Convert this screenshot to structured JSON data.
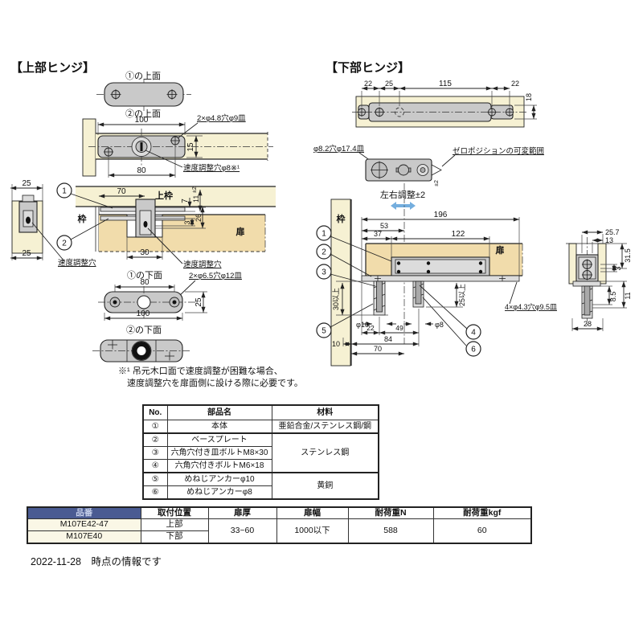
{
  "page": {
    "footer": "2022-11-28　時点の情報です"
  },
  "colors": {
    "frame_wood": "#f6f1d3",
    "door_wood": "#f1dcab",
    "hinge_metal": "#c9c9c9",
    "adjust_arrow_blue": "#74aede",
    "table_header_bg": "#4a5b92",
    "table_header_text": "#c6d0ea",
    "code_cell_bg": "#faf7e6"
  },
  "upper": {
    "title": "【上部ヒンジ】",
    "view1_top": {
      "label": "①の上面"
    },
    "view2_top": {
      "label": "②の上面",
      "dim_100": "100",
      "hole_note": "2×φ4.8穴φ9皿",
      "dim_15": "15",
      "dim_80": "80",
      "speed_note": "速度調整穴φ8※¹"
    },
    "side_view": {
      "dim_25_top": "25",
      "dim_25_bottom": "25",
      "label": "速度調整穴"
    },
    "section": {
      "balloon_1": "1",
      "balloon_2": "2",
      "dim_70": "70",
      "top_frame": "上枠",
      "frame": "枠",
      "dim_7": "7",
      "dim_11": "11",
      "dim_11_tol": "±2",
      "dim_3": "3",
      "dim_26": "26",
      "door": "扉",
      "dim_30": "30",
      "speed_label": "速度調整穴"
    },
    "view1_bottom": {
      "label": "①の下面",
      "dim_80": "80",
      "hole_note": "2×φ6.5穴φ12皿",
      "dim_25": "25",
      "dim_100": "100"
    },
    "view2_bottom": {
      "label": "②の下面"
    },
    "note_line1": "※¹ 吊元木口面で速度調整が困難な場合、",
    "note_line2": "速度調整穴を扉面側に設ける際に必要です。"
  },
  "lower": {
    "title": "【下部ヒンジ】",
    "top_view": {
      "dim_22_left": "22",
      "dim_25": "25",
      "dim_115": "115",
      "dim_22_right": "22",
      "dim_18": "18"
    },
    "adjuster_view": {
      "hole_note": "φ8.2穴φ17.4皿",
      "zero_position_note": "ゼロポジションの可変範囲",
      "tol": "±2",
      "lr_adjust": "左右調整±2"
    },
    "section": {
      "frame": "枠",
      "door": "扉",
      "dim_196": "196",
      "dim_53": "53",
      "dim_37": "37",
      "dim_122": "122",
      "balloon_1": "1",
      "balloon_2": "2",
      "balloon_3": "3",
      "balloon_4": "4",
      "balloon_5": "5",
      "balloon_6": "6",
      "dim_30min": "30以上",
      "dim_25min": "25以上",
      "dim_phi10": "φ10",
      "dim_phi8": "φ8",
      "dim_22": "22",
      "dim_49": "49",
      "dim_10": "10",
      "dim_84": "84",
      "dim_70": "70",
      "hole_note": "4×φ4.3穴φ9.5皿"
    },
    "side_view": {
      "dim_25_7": "25.7",
      "dim_13": "13",
      "dim_31_5": "31.5",
      "dim_3": "3",
      "dim_8_5": "8.5",
      "dim_11": "11",
      "dim_28": "28"
    }
  },
  "parts_table": {
    "headers": {
      "no": "No.",
      "name": "部品名",
      "material": "材料"
    },
    "rows": [
      {
        "no": "①",
        "name": "本体",
        "material": "亜鉛合金/ステンレス鋼/鋼"
      },
      {
        "no": "②",
        "name": "ベースプレート",
        "material": "ステンレス鋼"
      },
      {
        "no": "③",
        "name": "六角穴付き皿ボルトM8×30"
      },
      {
        "no": "④",
        "name": "六角穴付きボルトM6×18"
      },
      {
        "no": "⑤",
        "name": "めねじアンカーφ10",
        "material": "黄銅"
      },
      {
        "no": "⑥",
        "name": "めねじアンカーφ8"
      }
    ]
  },
  "product_table": {
    "headers": {
      "code": "品番",
      "position": "取付位置",
      "door_thickness": "扉厚",
      "door_width": "扉幅",
      "load_n": "耐荷重N",
      "load_kgf": "耐荷重kgf"
    },
    "rows": [
      {
        "code": "M107E42-47",
        "position": "上部"
      },
      {
        "code": "M107E40",
        "position": "下部"
      }
    ],
    "shared": {
      "door_thickness": "33~60",
      "door_width": "1000以下",
      "load_n": "588",
      "load_kgf": "60"
    }
  }
}
